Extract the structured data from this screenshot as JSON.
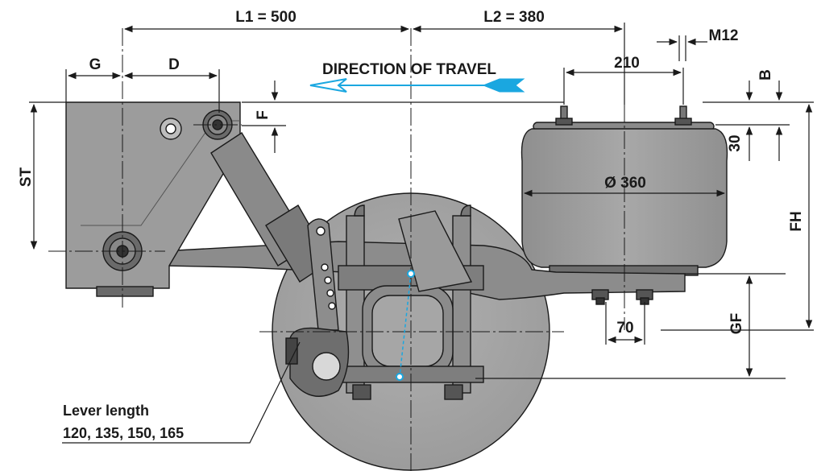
{
  "dimensions": {
    "l1": "L1 = 500",
    "l2": "L2 = 380",
    "m12": "M12",
    "g": "G",
    "d": "D",
    "span_210": "210",
    "b": "B",
    "f": "F",
    "st": "ST",
    "thirty": "30",
    "diameter": "Ø 360",
    "fh": "FH",
    "seventy": "70",
    "gf": "GF"
  },
  "direction": "DIRECTION OF TRAVEL",
  "lever": {
    "line1": "Lever length",
    "line2": "120, 135, 150, 165"
  },
  "colors": {
    "ink": "#1a1a1a",
    "part_fill": "#9c9c9c",
    "part_dark": "#7a7a7a",
    "accent_cyan": "#1aa7e0"
  }
}
